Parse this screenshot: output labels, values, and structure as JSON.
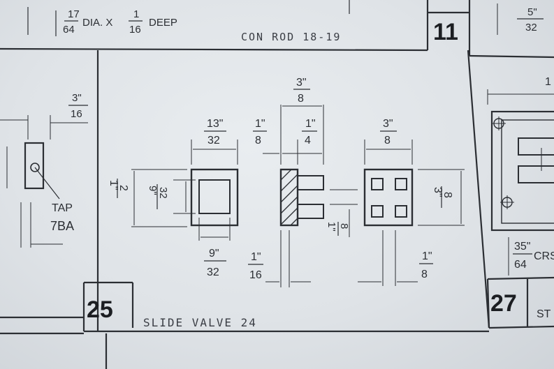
{
  "top_note": {
    "num": "17",
    "den": "64",
    "text1": "DIA. X",
    "num2": "1",
    "den2": "16",
    "text2": "DEEP"
  },
  "handwritten": {
    "con_rod": "CON ROD 18-19",
    "slide_valve": "SLIDE VALVE 24"
  },
  "panel_numbers": {
    "p11": "11",
    "p25": "25",
    "p27": "27"
  },
  "left_panel": {
    "tap": "TAP",
    "ba": "7BA",
    "dim_num": "3\"",
    "dim_den": "16"
  },
  "right_top": {
    "num": "5\"",
    "den": "32"
  },
  "right_panel": {
    "num": "35\"",
    "den": "64",
    "suffix": "CRS",
    "st": "ST",
    "one": "1"
  },
  "dims": {
    "d13_32": {
      "num": "13\"",
      "den": "32"
    },
    "d1_8a": {
      "num": "1\"",
      "den": "8"
    },
    "d3_8top": {
      "num": "3\"",
      "den": "8"
    },
    "d1_4": {
      "num": "1\"",
      "den": "4"
    },
    "d3_8r": {
      "num": "3\"",
      "den": "8"
    },
    "d1_2": {
      "num": "1\"",
      "den": "2"
    },
    "d9_32v": {
      "num": "9\"",
      "den": "32"
    },
    "d9_32b": {
      "num": "9\"",
      "den": "32"
    },
    "d1_16": {
      "num": "1\"",
      "den": "16"
    },
    "d1_8b": {
      "num": "1\"",
      "den": "8"
    },
    "d3_8v": {
      "num": "3\"",
      "den": "8"
    },
    "d1_8c": {
      "num": "1\"",
      "den": "8"
    }
  }
}
